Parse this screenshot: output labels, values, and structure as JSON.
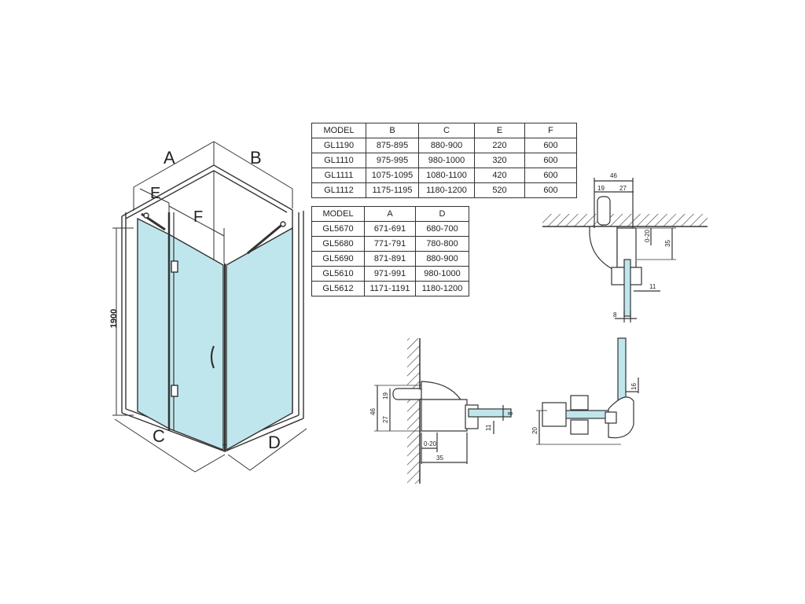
{
  "labels": {
    "a": "A",
    "b": "B",
    "c": "C",
    "d": "D",
    "e": "E",
    "f": "F",
    "height": "1900"
  },
  "table1": {
    "headers": [
      "MODEL",
      "B",
      "C",
      "E",
      "F"
    ],
    "rows": [
      [
        "GL1190",
        "875-895",
        "880-900",
        "220",
        "600"
      ],
      [
        "GL1110",
        "975-995",
        "980-1000",
        "320",
        "600"
      ],
      [
        "GL1111",
        "1075-1095",
        "1080-1100",
        "420",
        "600"
      ],
      [
        "GL1112",
        "1175-1195",
        "1180-1200",
        "520",
        "600"
      ]
    ]
  },
  "table2": {
    "headers": [
      "MODEL",
      "A",
      "D"
    ],
    "rows": [
      [
        "GL5670",
        "671-691",
        "680-700"
      ],
      [
        "GL5680",
        "771-791",
        "780-800"
      ],
      [
        "GL5690",
        "871-891",
        "880-900"
      ],
      [
        "GL5610",
        "971-991",
        "980-1000"
      ],
      [
        "GL5612",
        "1171-1191",
        "1180-1200"
      ]
    ]
  },
  "detail_top": {
    "d46": "46",
    "d19": "19",
    "d27": "27",
    "d020": "0-20",
    "d35": "35",
    "d11": "11",
    "d8": "8"
  },
  "detail_wall": {
    "d46": "46",
    "d19": "19",
    "d27": "27",
    "d8": "8",
    "d11": "11",
    "d020": "0-20",
    "d35": "35"
  },
  "detail_corner": {
    "d16": "16",
    "d20": "20"
  },
  "colors": {
    "glass": "#bfe6ec",
    "line": "#333333"
  }
}
